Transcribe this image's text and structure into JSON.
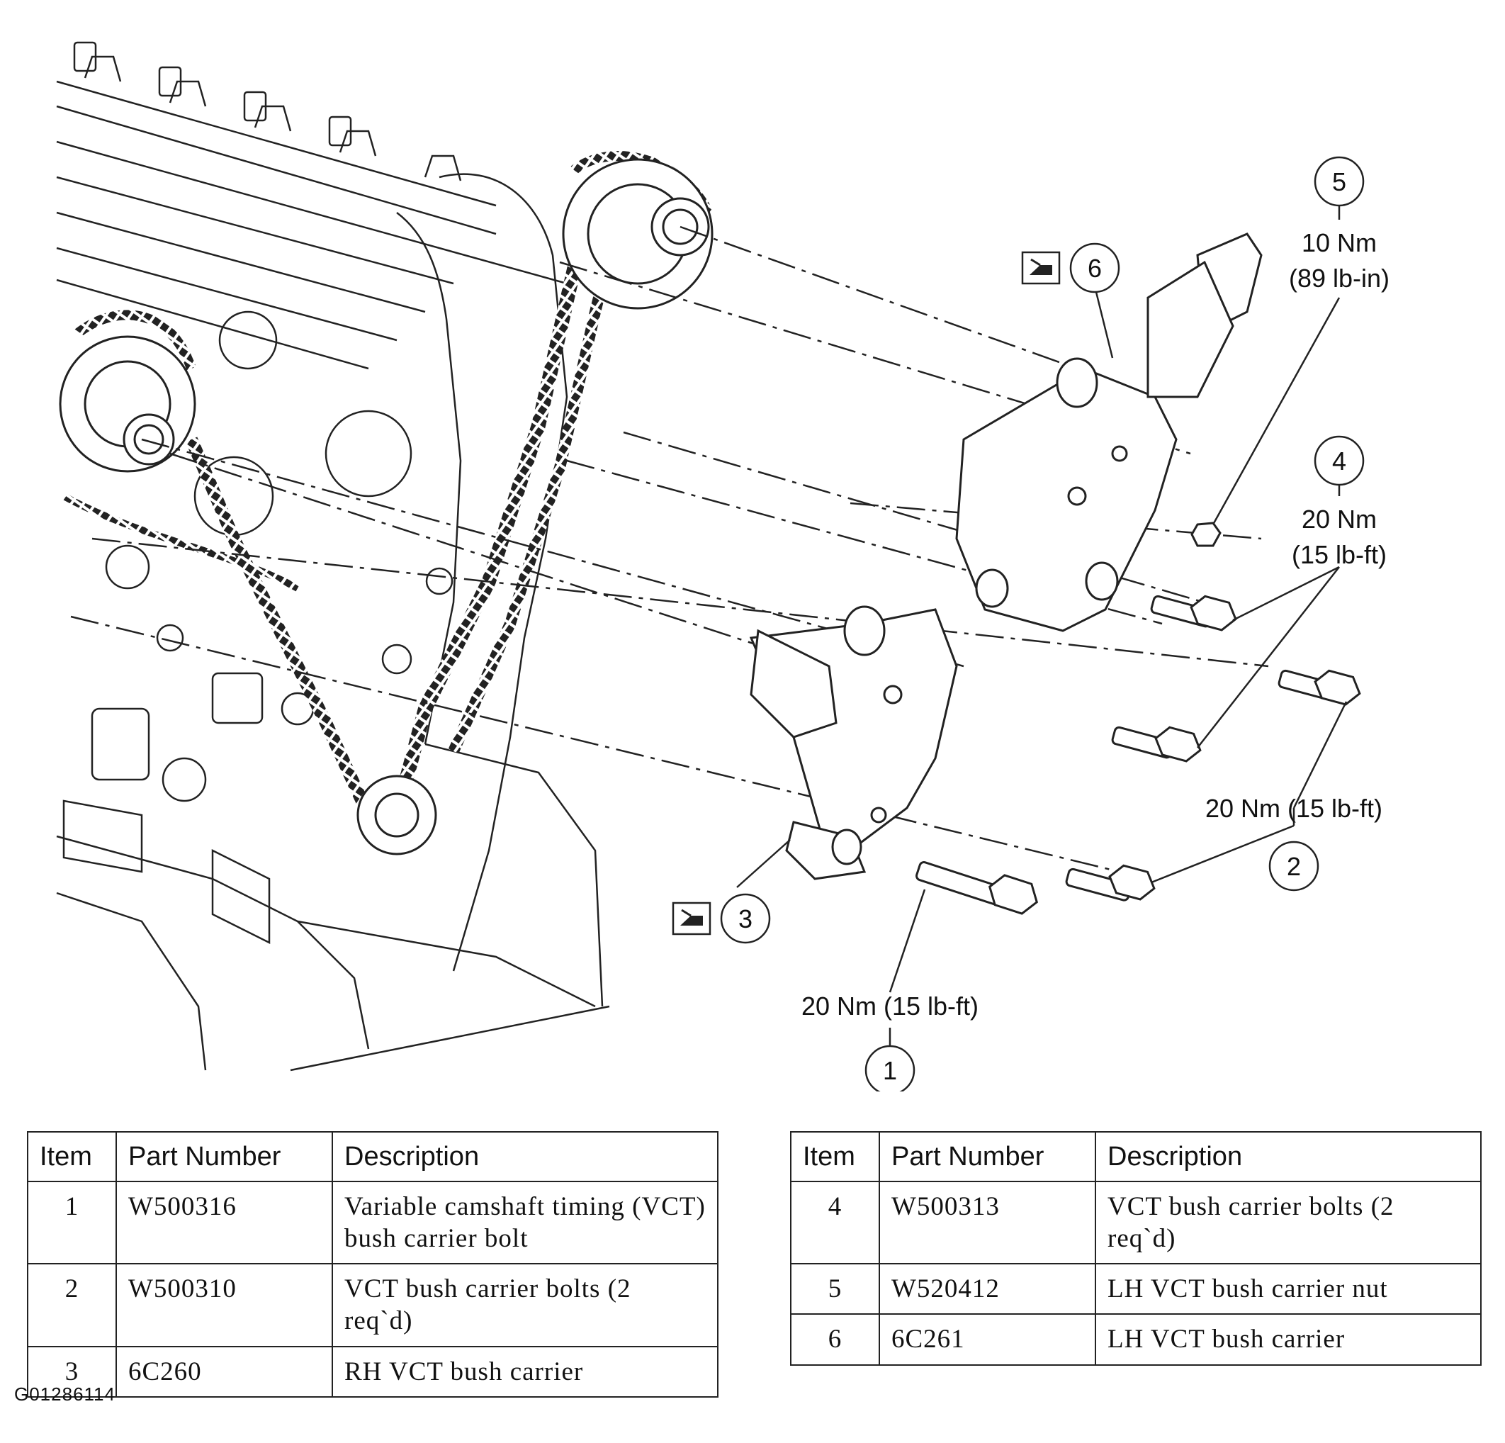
{
  "callouts": [
    {
      "num": "1",
      "torque": "20 Nm (15 lb-ft)"
    },
    {
      "num": "2",
      "torque": "20 Nm (15 lb-ft)"
    },
    {
      "num": "3",
      "torque": ""
    },
    {
      "num": "4",
      "torque_nm": "20 Nm",
      "torque_imperial": "(15 lb-ft)"
    },
    {
      "num": "5",
      "torque_nm": "10 Nm",
      "torque_imperial": "(89 lb-in)"
    },
    {
      "num": "6",
      "torque": ""
    }
  ],
  "tables": {
    "headers": {
      "item": "Item",
      "part_number": "Part Number",
      "description": "Description"
    },
    "left": [
      {
        "item": "1",
        "part_number": "W500316",
        "description": "Variable camshaft timing (VCT) bush carrier bolt"
      },
      {
        "item": "2",
        "part_number": "W500310",
        "description": "VCT bush carrier bolts (2 req`d)"
      },
      {
        "item": "3",
        "part_number": "6C260",
        "description": "RH VCT bush carrier"
      }
    ],
    "right": [
      {
        "item": "4",
        "part_number": "W500313",
        "description": "VCT bush carrier bolts (2 req`d)"
      },
      {
        "item": "5",
        "part_number": "W520412",
        "description": "LH VCT bush carrier nut"
      },
      {
        "item": "6",
        "part_number": "6C261",
        "description": "LH VCT bush carrier"
      }
    ]
  },
  "figure_code": "G01286114",
  "icons": [
    "oil-can-icon"
  ]
}
